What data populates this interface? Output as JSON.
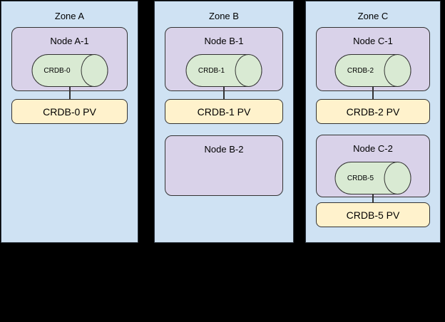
{
  "diagram": {
    "type": "kubernetes-multi-zone-database-topology"
  },
  "colors": {
    "zone_fill": "#cfe2f3",
    "node_fill": "#d9d2e9",
    "db_fill": "#d9ead3",
    "pv_fill": "#fff2cc",
    "stroke": "#333333",
    "stroke_dark": "#2e3640",
    "background": "#000000"
  },
  "zones": [
    {
      "label": "Zone A",
      "nodes": [
        {
          "label": "Node A-1",
          "db": "CRDB-0",
          "pv": "CRDB-0 PV"
        }
      ]
    },
    {
      "label": "Zone B",
      "nodes": [
        {
          "label": "Node B-1",
          "db": "CRDB-1",
          "pv": "CRDB-1 PV"
        },
        {
          "label": "Node B-2"
        }
      ]
    },
    {
      "label": "Zone C",
      "nodes": [
        {
          "label": "Node C-1",
          "db": "CRDB-2",
          "pv": "CRDB-2 PV"
        },
        {
          "label": "Node C-2",
          "db": "CRDB-5",
          "pv": "CRDB-5 PV"
        }
      ]
    }
  ]
}
